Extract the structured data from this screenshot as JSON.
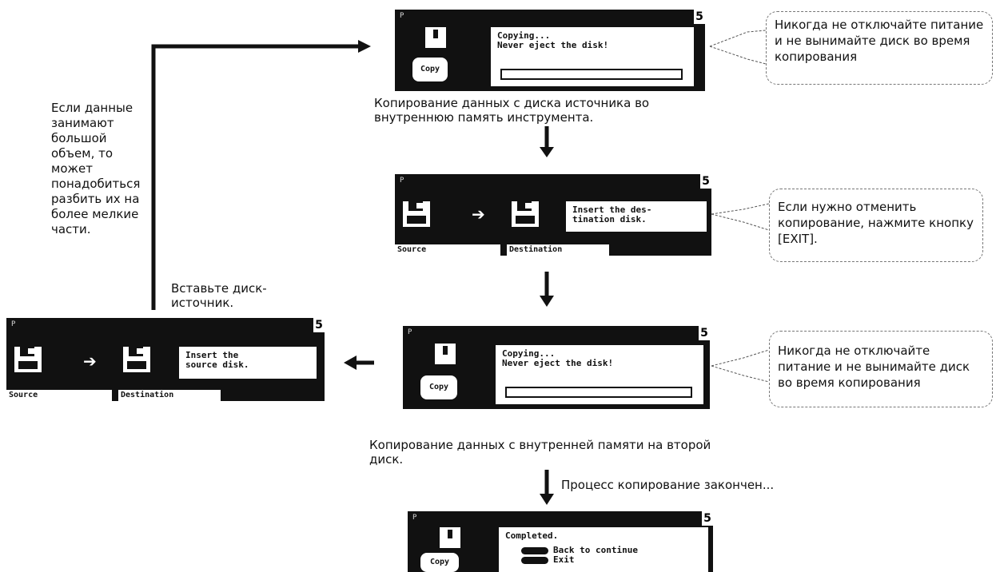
{
  "lcd_header_left": "P",
  "lcd_header_mid": "",
  "lcd_header_right": "",
  "lcd_page_number": "5",
  "copy_button_label": "Copy",
  "copying_line1": "Copying...",
  "copying_line2": "Never eject the disk!",
  "insert_destination_line1": "Insert the des-",
  "insert_destination_line2": "tination disk.",
  "insert_source_line1": "Insert the",
  "insert_source_line2": "source disk.",
  "source_label": "Source",
  "destination_label": "Destination",
  "completed_line1": "Completed.",
  "completed_option1": "Back to continue",
  "completed_option2": "Exit",
  "callout_never_off": "Никогда не отключайте питание и не вынимайте диск во время копирования",
  "callout_cancel": "Если нужно отменить копирование, нажмите кнопку [EXIT].",
  "caption_copy_source": "Копирование данных с  диска  источника во внутреннюю память инструмента.",
  "caption_copy_internal": "Копирование данных с внутренней памяти на второй диск.",
  "caption_completed": "Процесс копирование закончен...",
  "caption_insert_source": "Вставьте диск-источник.",
  "note_large_data": "Если данные занимают большой объем, то может понадобиться разбить их на более мелкие части."
}
